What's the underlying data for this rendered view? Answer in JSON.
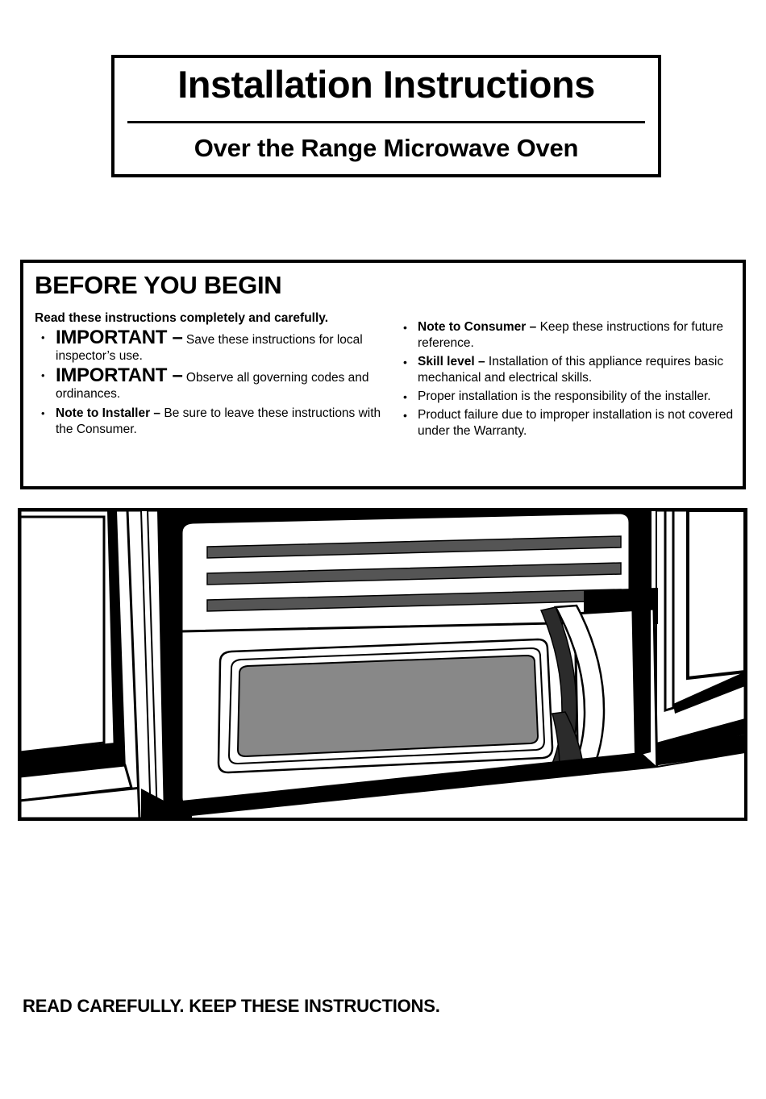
{
  "document": {
    "title_main": "Installation Instructions",
    "title_sub": "Over the Range Microwave Oven",
    "footer_note": "READ CAREFULLY. KEEP THESE INSTRUCTIONS."
  },
  "before_you_begin": {
    "heading": "BEFORE YOU BEGIN",
    "lead_line": "Read these instructions completely and carefully.",
    "bullet_char": "•",
    "left_bullets": [
      {
        "emphasis": "IMPORTANT –",
        "emphasis_style": "large",
        "text": " Save these instructions for local inspector’s use."
      },
      {
        "emphasis": "IMPORTANT –",
        "emphasis_style": "large",
        "text": " Observe all governing codes and ordinances."
      },
      {
        "emphasis": "Note to Installer –",
        "emphasis_style": "bold",
        "text": " Be sure to leave these instructions with the Consumer."
      }
    ],
    "right_bullets": [
      {
        "emphasis": "Note to Consumer –",
        "emphasis_style": "bold",
        "text": " Keep these instructions for future reference."
      },
      {
        "emphasis": "Skill level –",
        "emphasis_style": "bold",
        "text": " Installation of this appliance requires basic mechanical and electrical skills."
      },
      {
        "emphasis": "",
        "emphasis_style": "none",
        "text": "Proper installation is the responsibility of the installer."
      },
      {
        "emphasis": "",
        "emphasis_style": "none",
        "text": "Product failure due to improper installation is not covered under the Warranty."
      }
    ]
  },
  "illustration": {
    "caption_alt": "Over the range microwave oven installed between upper kitchen cabinets",
    "colors": {
      "outline": "#000000",
      "body": "#ffffff",
      "window_glass": "#888888",
      "vent_slat": "#555555",
      "handle_shadow": "#2b2b2b"
    },
    "parts": [
      "left-cabinet",
      "right-cabinet",
      "vent-grille",
      "microwave-body",
      "door-window",
      "door-handle",
      "control-panel"
    ],
    "vent_slat_count": 3
  }
}
